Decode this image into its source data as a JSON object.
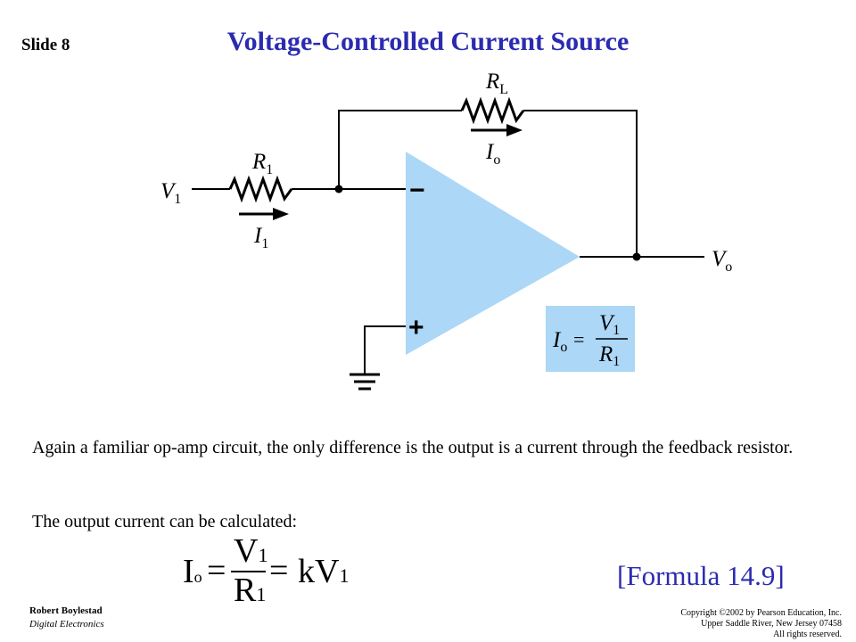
{
  "slide": {
    "number_label": "Slide 8",
    "title": "Voltage-Controlled Current Source"
  },
  "circuit": {
    "labels": {
      "v1": "V",
      "v1_sub": "1",
      "r1": "R",
      "r1_sub": "1",
      "i1": "I",
      "i1_sub": "1",
      "rl": "R",
      "rl_sub": "L",
      "io": "I",
      "io_sub": "o",
      "vo": "V",
      "vo_sub": "o",
      "minus": "−",
      "plus": "+"
    },
    "formula_box": {
      "lhs": "I",
      "lhs_sub": "o",
      "eq": "=",
      "num": "V",
      "num_sub": "1",
      "den": "R",
      "den_sub": "1"
    },
    "colors": {
      "opamp_fill": "#acd7f7",
      "box_fill": "#acd7f7",
      "wire": "#000000",
      "title": "#2b2bb0"
    }
  },
  "body": {
    "paragraph1": "Again a familiar op-amp circuit, the only difference is the output is a current through the feedback resistor.",
    "paragraph2": "The output current can be calculated:"
  },
  "equation": {
    "lhs": "I",
    "lhs_sub": "o",
    "eq1": "=",
    "num": "V",
    "num_sub": "1",
    "den": "R",
    "den_sub": "1",
    "eq2": "=",
    "rhs": "kV",
    "rhs_sub": "1"
  },
  "formula_ref": "[Formula 14.9]",
  "footer": {
    "author": "Robert Boylestad",
    "book": "Digital Electronics",
    "copyright_lines": [
      "Copyright ©2002 by Pearson Education, Inc.",
      "Upper Saddle River, New Jersey 07458",
      "All rights reserved."
    ]
  }
}
